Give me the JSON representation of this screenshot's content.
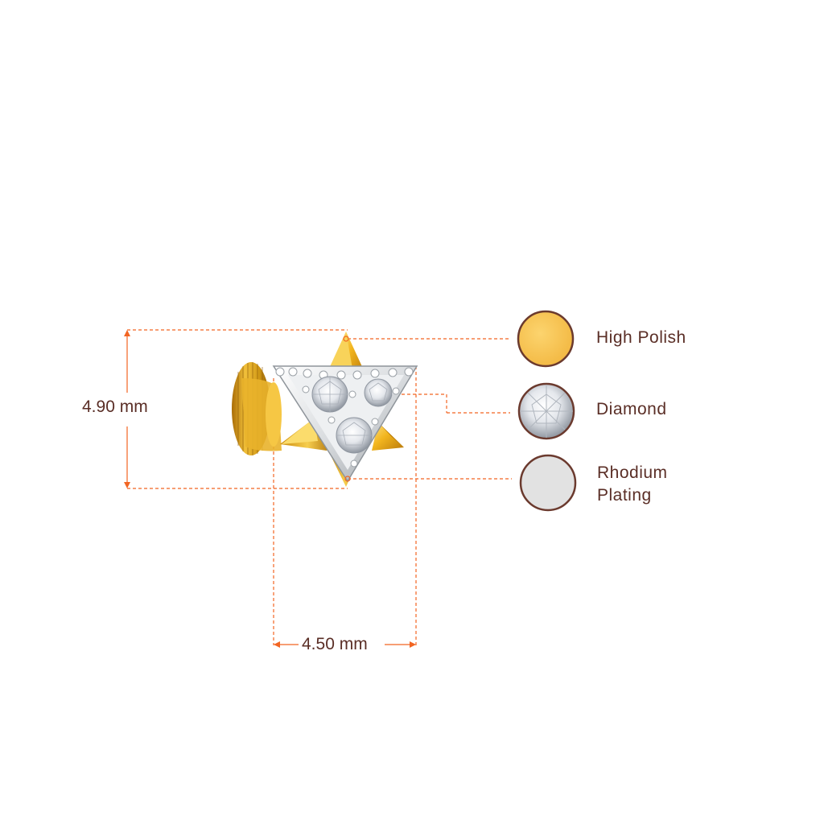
{
  "dimensions": {
    "height": "4.90 mm",
    "width": "4.50 mm"
  },
  "legend": {
    "high_polish": "High Polish",
    "diamond": "Diamond",
    "rhodium_line1": "Rhodium",
    "rhodium_line2": "Plating"
  },
  "colors": {
    "dimension_line": "#f26522",
    "label_text": "#5a2e26",
    "swatch_border": "#6b3a2e",
    "gold": "#f7c35a",
    "rhodium": "#e2e2e2"
  }
}
